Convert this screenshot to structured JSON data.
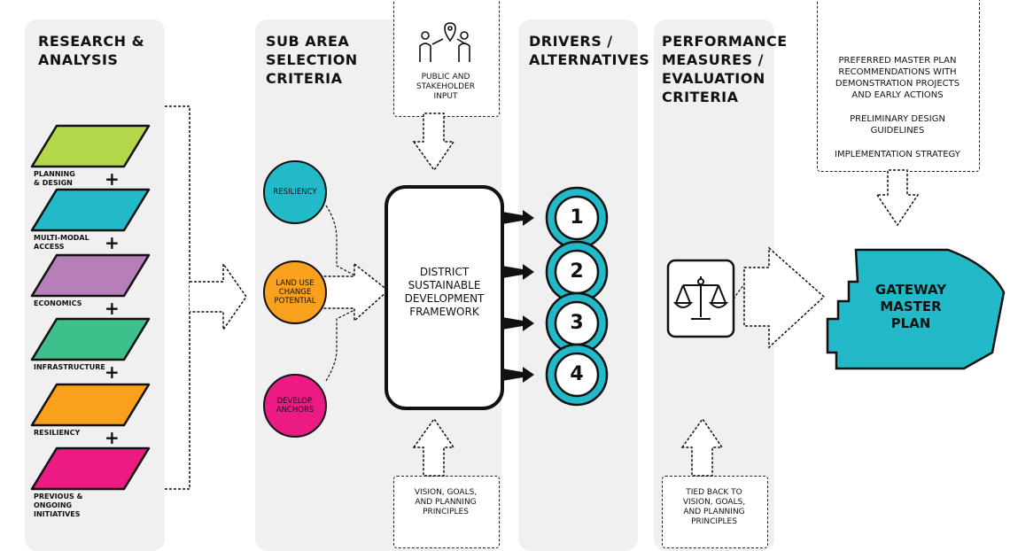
{
  "columns": {
    "research": {
      "heading": [
        "RESEARCH &",
        "ANALYSIS"
      ]
    },
    "subarea": {
      "heading": [
        "SUB AREA",
        "SELECTION",
        "CRITERIA"
      ]
    },
    "drivers": {
      "heading": [
        "DRIVERS /",
        "ALTERNATIVES"
      ]
    },
    "performance": {
      "heading": [
        "PERFORMANCE",
        "MEASURES /",
        "EVALUATION",
        "CRITERIA"
      ]
    }
  },
  "research_items": [
    {
      "label": [
        "PLANNING",
        "& DESIGN"
      ],
      "color": "#b5d84a"
    },
    {
      "label": [
        "MULTI-MODAL",
        "ACCESS"
      ],
      "color": "#22b9c9"
    },
    {
      "label": [
        "ECONOMICS"
      ],
      "color": "#b67fba"
    },
    {
      "label": [
        "INFRASTRUCTURE"
      ],
      "color": "#3ec08c"
    },
    {
      "label": [
        "RESILIENCY"
      ],
      "color": "#f9a01d"
    },
    {
      "label": [
        "PREVIOUS &",
        "ONGOING",
        "INITIATIVES"
      ],
      "color": "#ec1b83"
    }
  ],
  "plus_symbol": "+",
  "criteria_circles": [
    {
      "label": [
        "RESILIENCY"
      ],
      "color": "#22b9c9"
    },
    {
      "label": [
        "LAND USE",
        "CHANGE",
        "POTENTIAL"
      ],
      "color": "#f9a01d"
    },
    {
      "label": [
        "DEVELOP.",
        "ANCHORS"
      ],
      "color": "#ec1b83"
    }
  ],
  "public_input": {
    "text": [
      "PUBLIC AND",
      "STAKEHOLDER",
      "INPUT"
    ],
    "icon": "people-location-icon"
  },
  "vision_box": {
    "text": [
      "VISION, GOALS,",
      "AND PLANNING",
      "PRINCIPLES"
    ]
  },
  "framework": {
    "text": [
      "DISTRICT",
      "SUSTAINABLE",
      "DEVELOPMENT",
      "FRAMEWORK"
    ]
  },
  "alternatives": [
    "1",
    "2",
    "3",
    "4"
  ],
  "tied_back": {
    "text": [
      "TIED BACK TO",
      "VISION, GOALS,",
      "AND PLANNING",
      "PRINCIPLES"
    ]
  },
  "scale_icon": "balance-scale-icon",
  "deliverables": {
    "text1": [
      "PREFERRED MASTER PLAN",
      "RECOMMENDATIONS WITH",
      "DEMONSTRATION PROJECTS",
      "AND EARLY ACTIONS"
    ],
    "text2": [
      "PRELIMINARY DESIGN",
      "GUIDELINES"
    ],
    "text3": [
      "IMPLEMENTATION STRATEGY"
    ]
  },
  "gateway": {
    "text": [
      "GATEWAY",
      "MASTER",
      "PLAN"
    ],
    "color": "#22b9c9"
  },
  "colors": {
    "teal": "#22b9c9",
    "panel": "#f0f0f0",
    "ink": "#111111"
  }
}
